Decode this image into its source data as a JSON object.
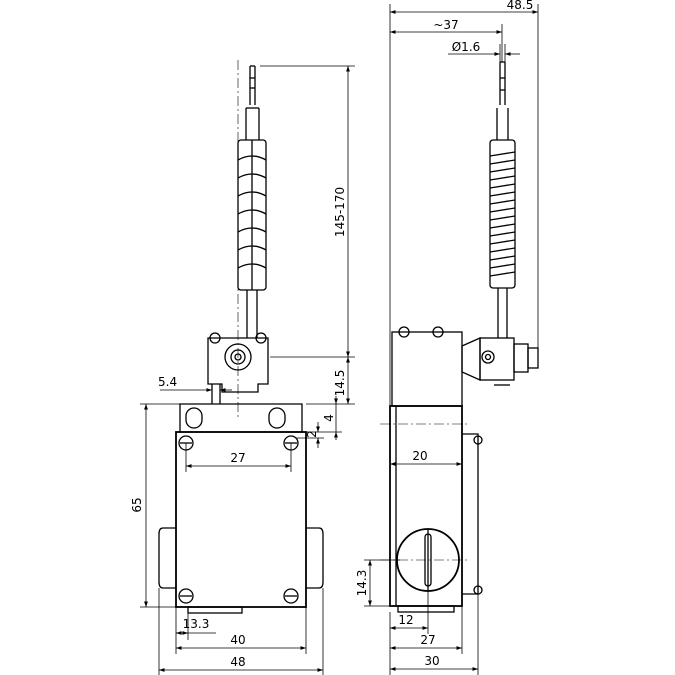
{
  "drawing": {
    "dims": {
      "d_48_5": "48.5",
      "d_37": "~37",
      "d_1_6": "Ø1.6",
      "d_145_170": "145-170",
      "d_14_5": "14.5",
      "d_4": "4",
      "d_2": "2",
      "d_5_4": "5.4",
      "d_27_front": "27",
      "d_65": "65",
      "d_13_3": "13.3",
      "d_40": "40",
      "d_48": "48",
      "d_20": "20",
      "d_14_3": "14.3",
      "d_12": "12",
      "d_27_side": "27",
      "d_30": "30"
    }
  }
}
